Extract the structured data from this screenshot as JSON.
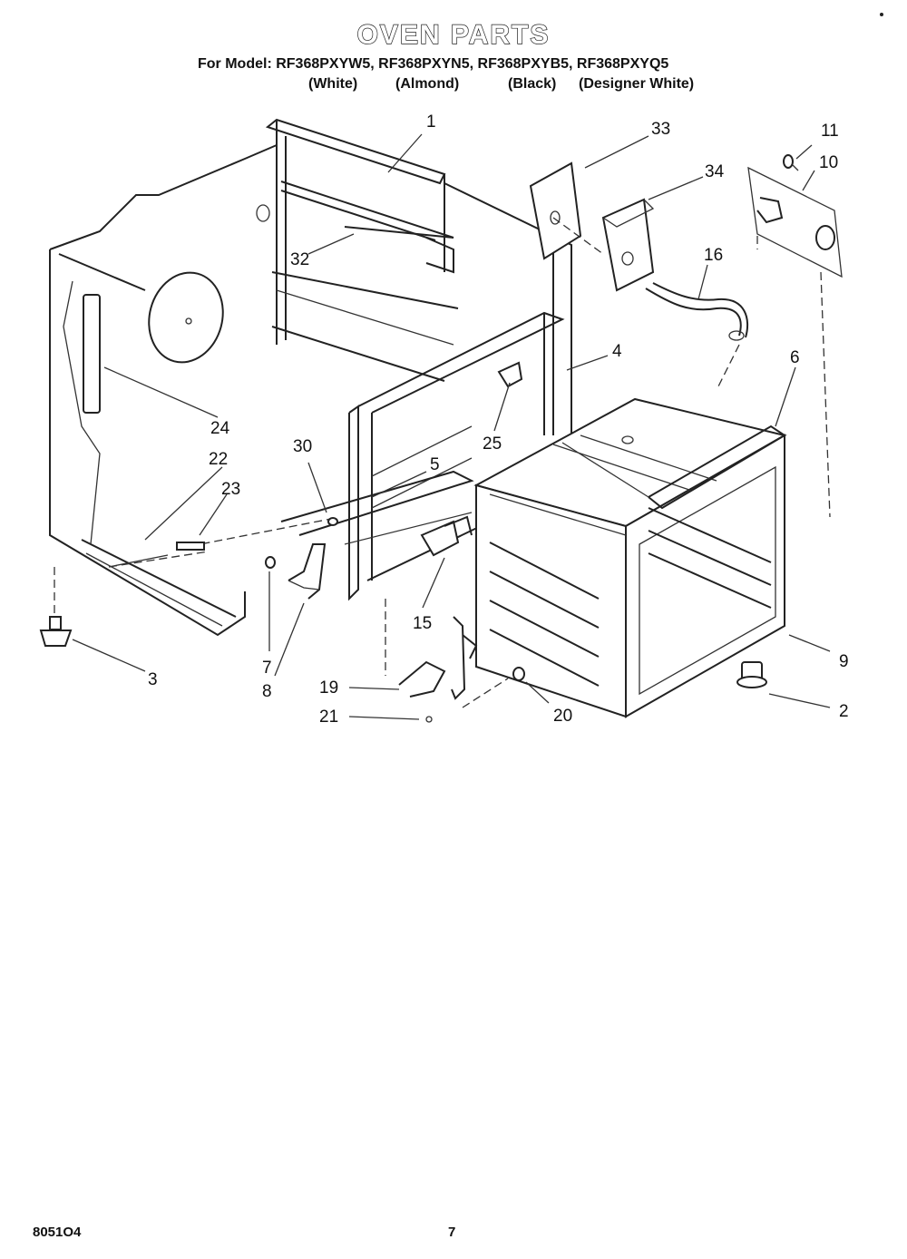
{
  "header": {
    "title": "OVEN PARTS",
    "model_line": "For Model: RF368PXYW5, RF368PXYN5, RF368PXYB5, RF368PXYQ5",
    "colors": [
      "(White)",
      "(Almond)",
      "(Black)",
      "(Designer White)"
    ]
  },
  "callouts": [
    "1",
    "2",
    "3",
    "4",
    "5",
    "6",
    "7",
    "8",
    "9",
    "10",
    "11",
    "15",
    "16",
    "19",
    "20",
    "21",
    "22",
    "23",
    "24",
    "25",
    "30",
    "32",
    "33",
    "34"
  ],
  "footer": {
    "doc_code": "8051O4",
    "page_number": "7"
  }
}
